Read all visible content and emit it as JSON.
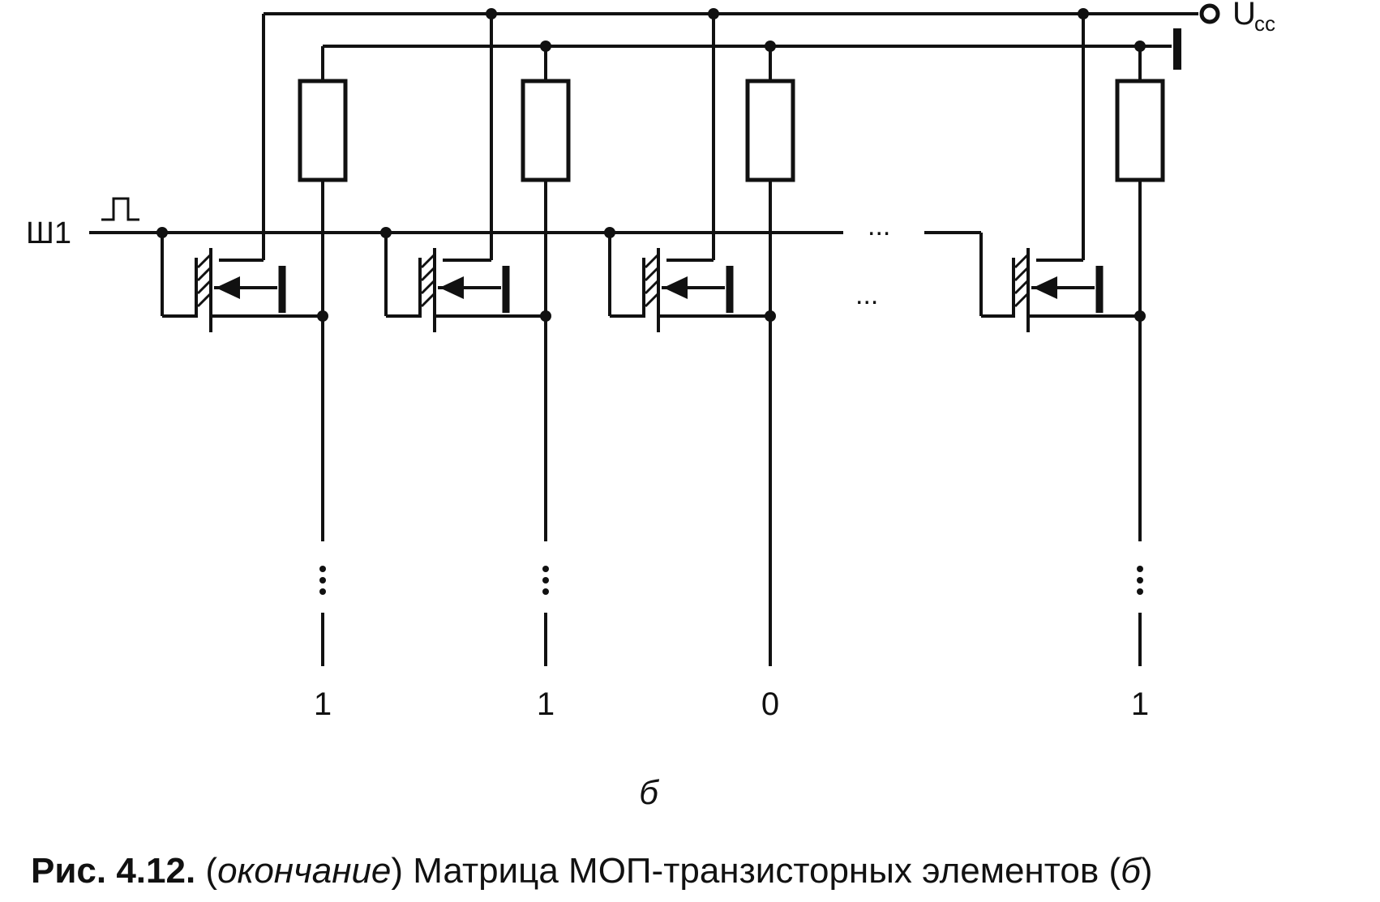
{
  "supply_label": "U",
  "supply_subscript": "cc",
  "bus_label": "Ш1",
  "ellipsis": "...",
  "column_outputs": [
    "1",
    "1",
    "0",
    "1"
  ],
  "sub_label": "б",
  "caption": {
    "number": "Рис. 4.12.",
    "paren_open": "(",
    "italic": "окончание",
    "paren_close": ")",
    "text": " Матрица МОП-транзисторных элементов (",
    "letter": "б",
    "end": ")"
  }
}
